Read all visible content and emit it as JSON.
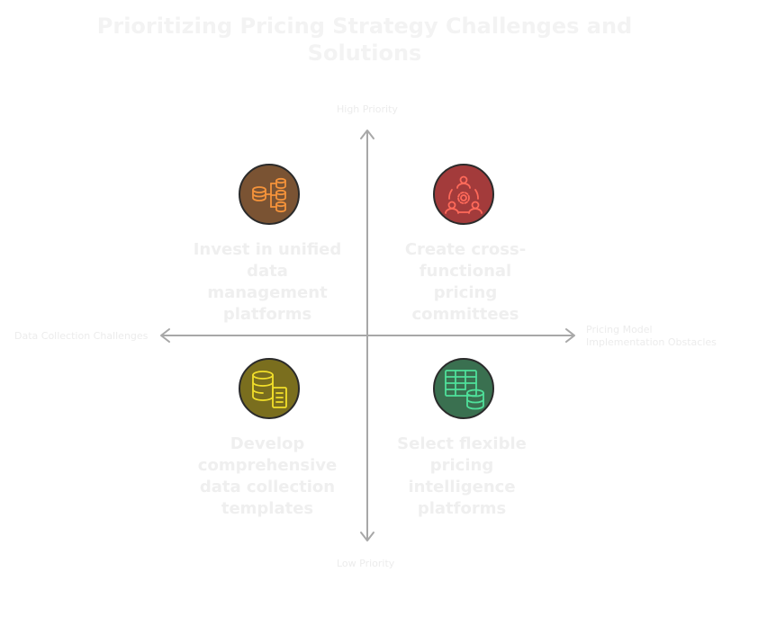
{
  "title": "Prioritizing Pricing Strategy Challenges and Solutions",
  "axes": {
    "top": "High Priority",
    "bottom": "Low Priority",
    "left": "Data Collection Challenges",
    "right": "Pricing Model Implementation Obstacles"
  },
  "quadrants": {
    "top_left": {
      "text": "Invest in unified data management platforms",
      "icon": "database-network-icon",
      "color": "#7a5333",
      "stroke": "#f5933a"
    },
    "top_right": {
      "text": "Create cross-functional pricing committees",
      "icon": "team-gear-icon",
      "color": "#a33b3b",
      "stroke": "#ff6a5a"
    },
    "bottom_left": {
      "text": "Develop comprehensive data collection templates",
      "icon": "database-document-icon",
      "color": "#7a6e1e",
      "stroke": "#f2df2a"
    },
    "bottom_right": {
      "text": "Select flexible pricing intelligence platforms",
      "icon": "table-database-icon",
      "color": "#3a7050",
      "stroke": "#4fe09a"
    }
  }
}
